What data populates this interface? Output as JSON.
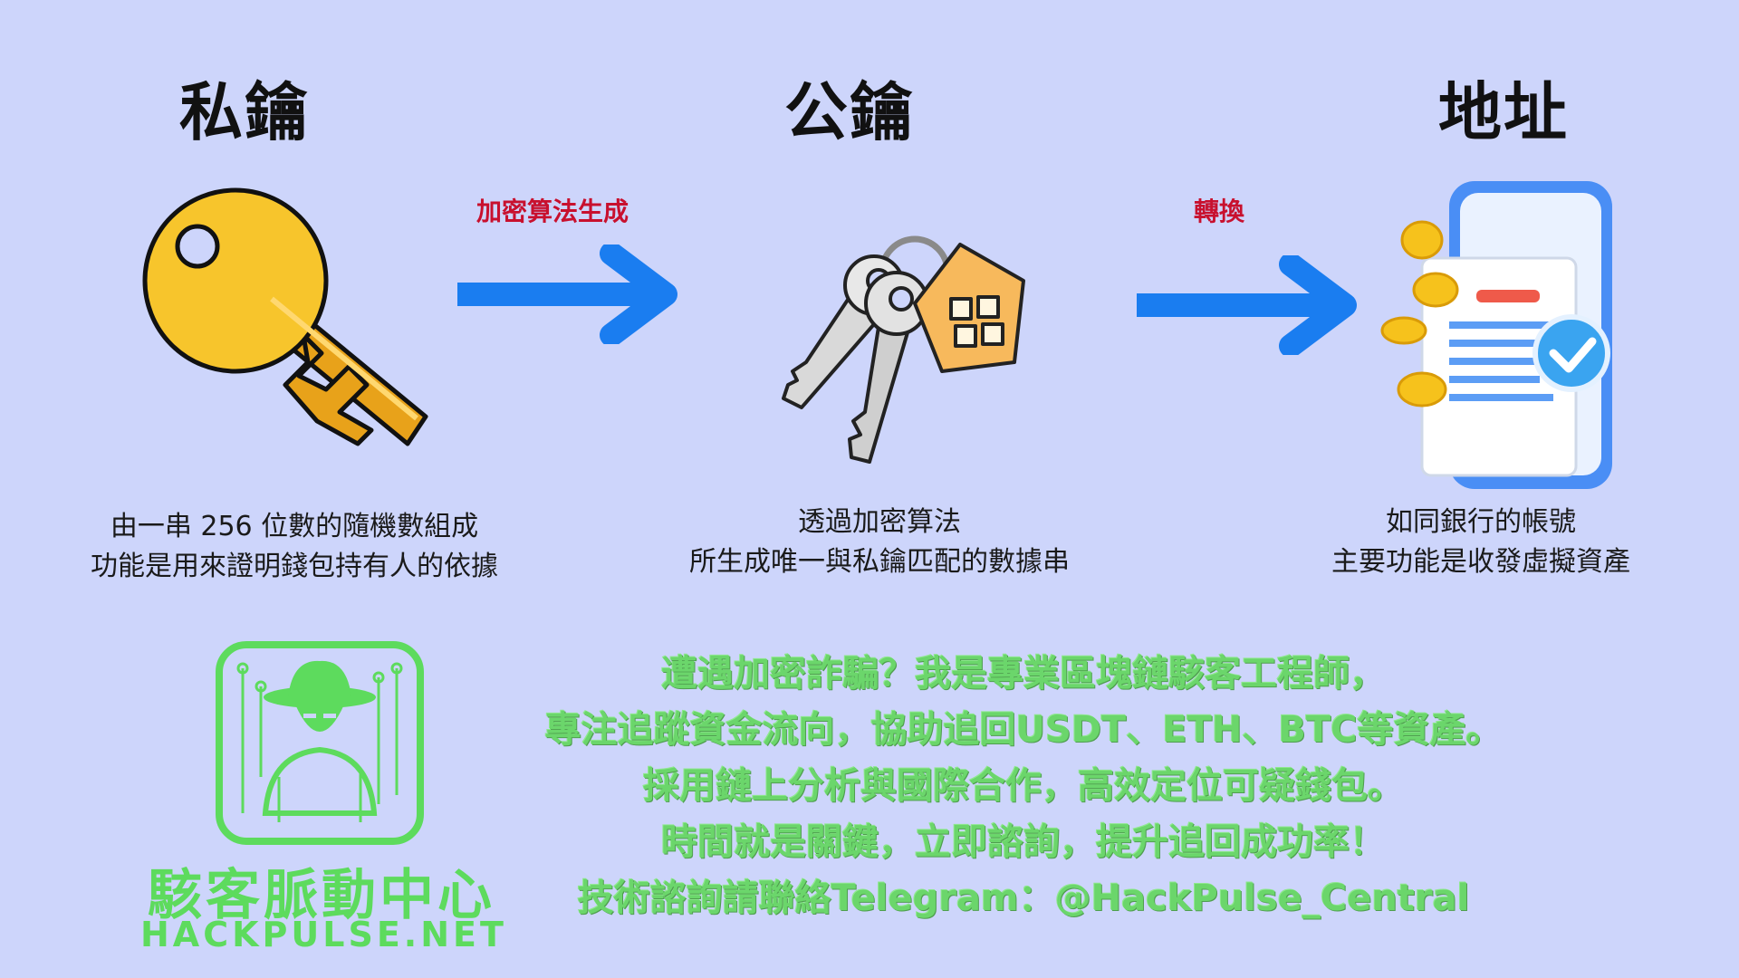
{
  "columns": [
    {
      "title": "私鑰",
      "icon": "key-icon",
      "desc_line1": "由一串 256 位數的隨機數組成",
      "desc_line2": "功能是用來證明錢包持有人的依據"
    },
    {
      "title": "公鑰",
      "icon": "keyring-house-icon",
      "desc_line1": "透過加密算法",
      "desc_line2": "所生成唯一與私鑰匹配的數據串"
    },
    {
      "title": "地址",
      "icon": "phone-receipt-coins-icon",
      "desc_line1": "如同銀行的帳號",
      "desc_line2": "主要功能是收發虛擬資產"
    }
  ],
  "arrows": [
    {
      "label": "加密算法生成"
    },
    {
      "label": "轉換"
    }
  ],
  "brand": {
    "name_cn": "駭客脈動中心",
    "name_en": "HACKPULSE.NET",
    "logo_icon": "hacker-circuit-icon"
  },
  "promo_lines": [
    "遭遇加密詐騙？我是專業區塊鏈駭客工程師，",
    "專注追蹤資金流向，協助追回USDT、ETH、BTC等資產。",
    "採用鏈上分析與國際合作，高效定位可疑錢包。",
    "時間就是關鍵，立即諮詢，提升追回成功率！",
    "技術諮詢請聯絡Telegram：@HackPulse_Central"
  ],
  "colors": {
    "background": "#cdd5fb",
    "arrow": "#1a7df0",
    "arrow_label": "#c8102e",
    "promo_text": "#6bd66b",
    "brand": "#5ddb5d"
  }
}
